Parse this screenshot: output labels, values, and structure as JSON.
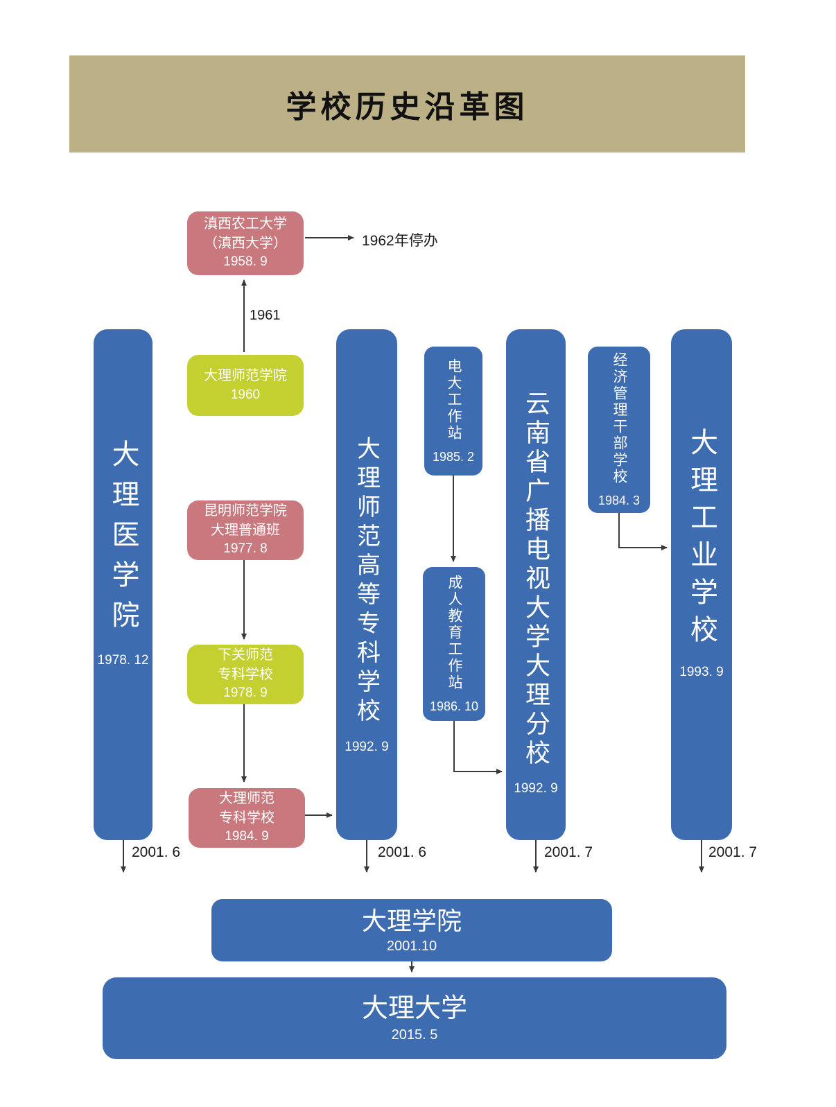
{
  "title": "学校历史沿革图",
  "colors": {
    "banner": "#bcb086",
    "pillar_blue": "#3d6cb1",
    "node_pink": "#c9797d",
    "node_green": "#c3d02f",
    "connector": "#3a3a3a",
    "box_text": "#ffffff",
    "label_text": "#1a1a1a"
  },
  "nodes": {
    "dianxi": {
      "l1": "滇西农工大学",
      "l2": "（滇西大学）",
      "date": "1958. 9"
    },
    "shifan1960": {
      "name": "大理师范学院",
      "date": "1960"
    },
    "kunming": {
      "l1": "昆明师范学院",
      "l2": "大理普通班",
      "date": "1977. 8"
    },
    "xiaguan": {
      "l1": "下关师范",
      "l2": "专科学校",
      "date": "1978. 9"
    },
    "shizhuan1984": {
      "l1": "大理师范",
      "l2": "专科学校",
      "date": "1984. 9"
    },
    "yixueyuan": {
      "name": "大理医学院",
      "date": "1978. 12"
    },
    "shizhuan_pillar": {
      "name": "大理师范高等专科学校",
      "date": "1992. 9"
    },
    "dianda": {
      "name": "电大工作站",
      "date": "1985. 2"
    },
    "chengjiao": {
      "name": "成人教育工作站",
      "date": "1986. 10"
    },
    "dianshidaxue": {
      "name": "云南省广播电视大学大理分校",
      "date": "1992. 9"
    },
    "jingguan": {
      "name": "经济管理干部学校",
      "date": "1984. 3"
    },
    "gongye": {
      "name": "大理工业学校",
      "date": "1993. 9"
    },
    "xueyuan": {
      "name": "大理学院",
      "date": "2001.10"
    },
    "daxue": {
      "name": "大理大学",
      "date": "2015. 5"
    }
  },
  "edge_labels": {
    "closed_1962": "1962年停办",
    "merge_1961": "1961",
    "p1_exit": "2001. 6",
    "p2_exit": "2001. 6",
    "p3_exit": "2001. 7",
    "p4_exit": "2001. 7"
  }
}
